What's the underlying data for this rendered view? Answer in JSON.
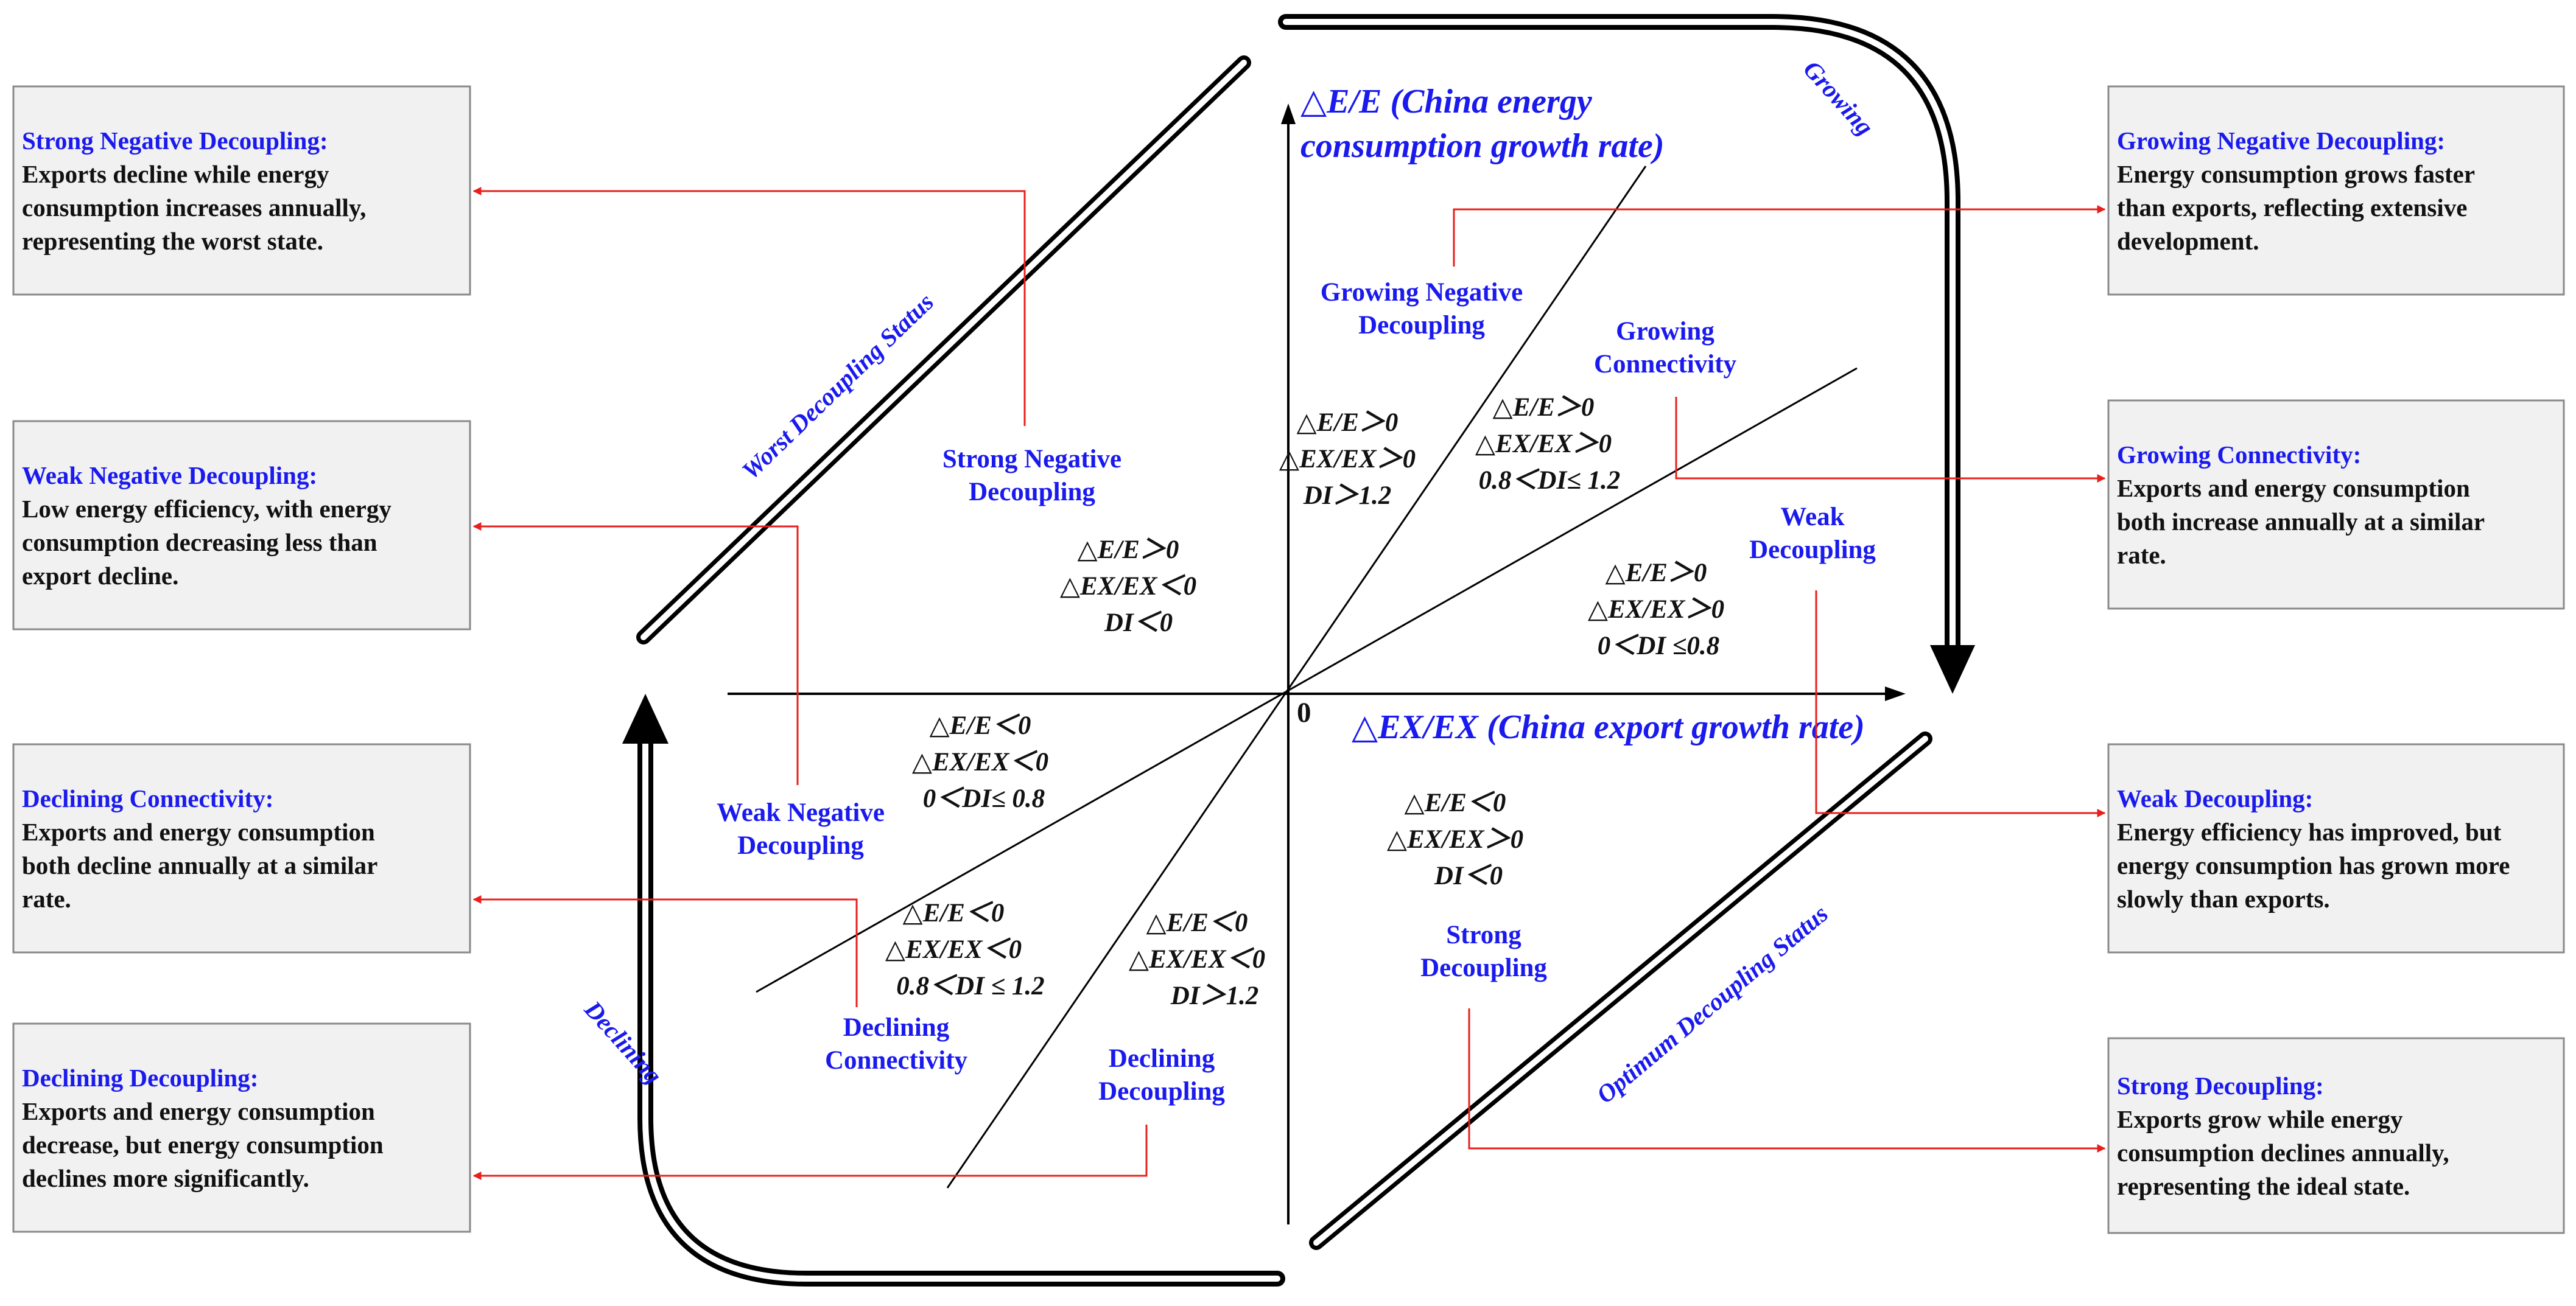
{
  "axes": {
    "y_title_line1": "△E/E (China energy",
    "y_title_line2": "consumption growth rate)",
    "x_title": "△EX/EX (China export growth rate)",
    "origin": "0"
  },
  "status_labels": {
    "worst": "Worst Decoupling Status",
    "optimum": "Optimum Decoupling Status",
    "growing": "Growing",
    "declining": "Declining"
  },
  "regions": {
    "growing_negative": [
      "Growing Negative",
      "Decoupling"
    ],
    "growing_connectivity": [
      "Growing",
      "Connectivity"
    ],
    "weak_decoupling": [
      "Weak",
      "Decoupling"
    ],
    "strong_negative": [
      "Strong Negative",
      "Decoupling"
    ],
    "weak_negative": [
      "Weak Negative",
      "Decoupling"
    ],
    "declining_connectivity": [
      "Declining",
      "Connectivity"
    ],
    "declining_decoupling": [
      "Declining",
      "Decoupling"
    ],
    "strong_decoupling": [
      "Strong",
      "Decoupling"
    ]
  },
  "conditions": {
    "growing_negative": [
      "△E/E＞0",
      "△EX/EX＞0",
      "DI＞1.2"
    ],
    "growing_connectivity": [
      "△E/E＞0",
      "△EX/EX＞0",
      "0.8＜DI≤ 1.2"
    ],
    "weak_decoupling": [
      "△E/E＞0",
      "△EX/EX＞0",
      "0＜DI ≤0.8"
    ],
    "strong_negative": [
      "△E/E＞0",
      "△EX/EX＜0",
      "DI＜0"
    ],
    "weak_negative": [
      "△E/E＜0",
      "△EX/EX＜0",
      "0＜DI≤ 0.8"
    ],
    "declining_connectivity": [
      "△E/E＜0",
      "△EX/EX＜0",
      "0.8＜DI ≤ 1.2"
    ],
    "declining_decoupling": [
      "△E/E＜0",
      "△EX/EX＜0",
      "DI＞1.2"
    ],
    "strong_decoupling": [
      "△E/E＜0",
      "△EX/EX＞0",
      "DI＜0"
    ]
  },
  "boxes": {
    "strong_negative": {
      "title": "Strong Negative Decoupling:",
      "lines": [
        "Exports decline while energy",
        "consumption increases annually,",
        "representing the worst state."
      ]
    },
    "weak_negative": {
      "title": "Weak Negative Decoupling:",
      "lines": [
        "Low energy efficiency, with energy",
        "consumption decreasing less than",
        "export decline."
      ]
    },
    "declining_connectivity": {
      "title": "Declining Connectivity:",
      "lines": [
        "Exports and energy consumption",
        "both decline annually at a similar",
        "rate."
      ]
    },
    "declining_decoupling": {
      "title": "Declining Decoupling:",
      "lines": [
        "Exports and energy consumption",
        "decrease, but energy consumption",
        "declines more significantly."
      ]
    },
    "growing_negative": {
      "title": "Growing Negative Decoupling:",
      "lines": [
        "Energy consumption grows faster",
        "than exports, reflecting extensive",
        "development."
      ]
    },
    "growing_connectivity": {
      "title": "Growing Connectivity:",
      "lines": [
        "Exports and energy consumption",
        "both increase annually at a similar",
        "rate."
      ]
    },
    "weak_decoupling": {
      "title": "Weak Decoupling:",
      "lines": [
        "Energy efficiency has improved, but",
        "energy consumption has grown more",
        "slowly than exports."
      ]
    },
    "strong_decoupling": {
      "title": "Strong Decoupling:",
      "lines": [
        "Exports grow while energy",
        "consumption declines annually,",
        "representing the ideal state."
      ]
    }
  }
}
